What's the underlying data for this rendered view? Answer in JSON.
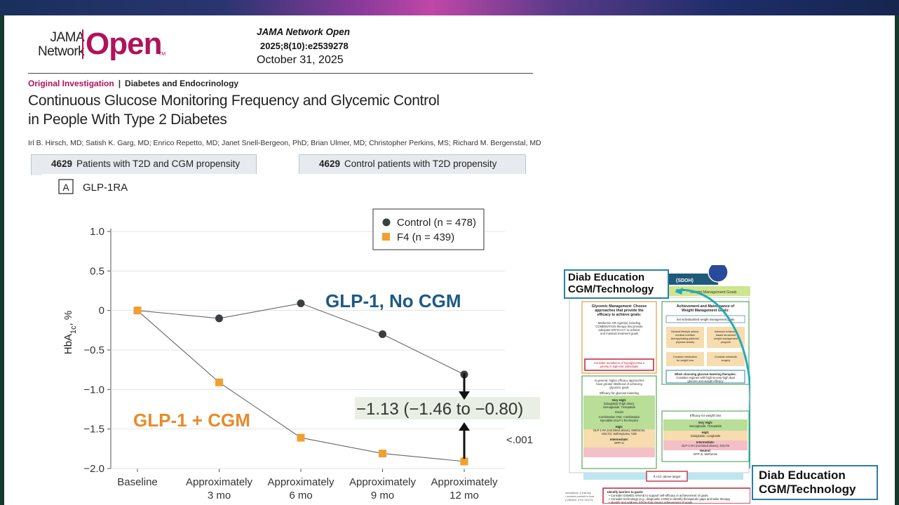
{
  "journal": {
    "logo_line1": "JAMA",
    "logo_line2": "Network",
    "logo_word": "Open",
    "logo_tm": "TM",
    "name": "JAMA Network Open",
    "citation": "2025;8(10):e2539278",
    "date": "October 31, 2025"
  },
  "article": {
    "type": "Original Investigation",
    "section": "Diabetes and Endocrinology",
    "title_line1": "Continuous Glucose Monitoring Frequency and Glycemic Control",
    "title_line2": "in People With Type 2 Diabetes",
    "authors": "Irl B. Hirsch, MD; Satish K. Garg, MD; Enrico Repetto, MD; Janet Snell-Bergeon, PhD; Brian Ulmer, MD; Christopher Perkins, MS; Richard M. Bergenstal, MD"
  },
  "patient_boxes": [
    {
      "count": "4629",
      "label": "Patients with T2D and CGM propensity"
    },
    {
      "count": "4629",
      "label": "Control patients with T2D propensity"
    }
  ],
  "chart_data": {
    "type": "line",
    "panel_letter": "A",
    "panel_title": "GLP-1RA",
    "ylabel": "HbA1c, %",
    "ylabel_main": "HbA",
    "ylabel_sub": "1c",
    "ylabel_rest": ", %",
    "ylim": [
      -2.0,
      1.0
    ],
    "yticks": [
      "1.0",
      "0.5",
      "0",
      "-0.5",
      "-1.0",
      "-1.5",
      "-2.0"
    ],
    "categories": [
      [
        "Baseline"
      ],
      [
        "Approximately",
        "3 mo"
      ],
      [
        "Approximately",
        "6 mo"
      ],
      [
        "Approximately",
        "9 mo"
      ],
      [
        "Approximately",
        "12 mo"
      ]
    ],
    "series": [
      {
        "name": "Control (n = 478)",
        "marker": "circle",
        "color": "#3a3f42",
        "values": [
          0,
          -0.1,
          0.09,
          -0.3,
          -0.81
        ]
      },
      {
        "name": "F4 (n = 439)",
        "marker": "square",
        "color": "#f0a030",
        "values": [
          0,
          -0.91,
          -1.61,
          -1.81,
          -1.91
        ]
      }
    ],
    "legend": "top-right",
    "annotations": {
      "no_cgm_label": "GLP-1, No CGM",
      "cgm_label": "GLP-1 + CGM",
      "difference": "−1.13 (−1.46 to −0.80)",
      "p_value": "<.001"
    }
  },
  "flowchart": {
    "header": "(SDOH)",
    "banner": "Weight Management Goals",
    "left_title": "Glycemic Management: Choose approaches that provide the efficacy to achieve goals:",
    "left_text": "Metformin OR Agent(s) including COMBINATION therapy that provide adequate EFFICACY to achieve and maintain treatment goals",
    "left_red": "Consider avoidance of hypoglycemia a priority in high-risk individuals",
    "left_mid": "In general, higher efficacy approaches have greater likelihood of achieving glycemic goals",
    "left_eff": "Efficacy for glucose lowering",
    "left_list": [
      "Very High:",
      "Dulaglutide (high dose), Semaglutide, Tirzepatide",
      "Insulin",
      "Combination Oral, Combination Injectable (GLP-1 RA/Insulin)",
      "High:",
      "GLP-1 RA (not listed above), Metformin, SGLT2i, Sulfonylurea, TZD",
      "Intermediate:",
      "DPP-4i"
    ],
    "right_title": "Achievement and Maintenance of Weight Management Goals:",
    "right_goal": "Set individualized weight management goals",
    "right_boxes": [
      "General lifestyle advice: medical nutrition therapy/eating patterns/ physical activity",
      "Intensive evidence-based structured weight management program",
      "Consider medication for weight loss",
      "Consider metabolic surgery"
    ],
    "right_choose": "When choosing glucose-lowering therapies:",
    "right_choose_text": "Consider regimen with high-to-very-high dual glucose and weight efficacy",
    "right_eff": "Efficacy for weight loss",
    "right_list": [
      "Very High:",
      "Semaglutide, Tirzepatide",
      "High:",
      "Dulaglutide, Liraglutide",
      "Intermediate:",
      "GLP-1 RA (not listed above), SGLT2i",
      "Neutral:",
      "DPP-4i, Metformin"
    ],
    "a1c_box": "If A1C above target",
    "barriers_title": "Identify barriers to goals:",
    "barriers": [
      "Consider DSMES referral to support self-efficacy in achievement of goals",
      "Consider technology (e.g., diagnostic CGM) to identify therapeutic gaps and tailor therapy",
      "Identify and address SDOH that impact achievement of goals"
    ],
    "footnote": "ment of goals",
    "callout_top": [
      "Diab Education",
      "CGM/Technology"
    ],
    "callout_bottom": [
      "Diab Education",
      "CGM/Technology"
    ]
  }
}
